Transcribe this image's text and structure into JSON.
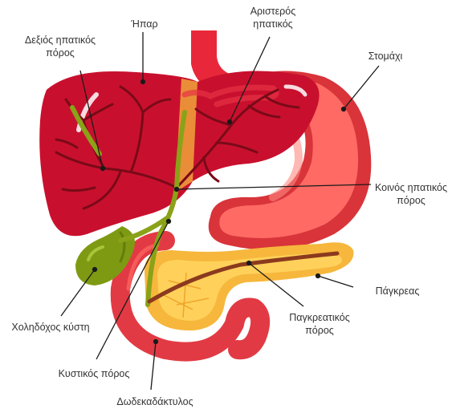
{
  "colors": {
    "liver": "#c8102e",
    "liver_dark": "#8e0a1f",
    "liver_highlight": "#e63245",
    "stomach": "#ef4b4f",
    "stomach_light": "#ff6a64",
    "stomach_dark": "#d8343a",
    "esophagus": "#e8283a",
    "duodenum": "#e23a44",
    "pancreas": "#f6b73c",
    "pancreas_light": "#ffd15a",
    "gallbladder": "#7e9a12",
    "gallbladder_dark": "#5a6f0a",
    "bile_duct": "#8aa218",
    "pancreatic_duct": "#8b3a1e",
    "vessel": "#7a0a18",
    "line": "#1a1a1a",
    "text": "#333333"
  },
  "labels": {
    "liver": "Ήπαρ",
    "right_hepatic_duct": "Δεξιός ηπατικός\nπόρος",
    "left_hepatic_duct": "Αριστερός\nηπατικός",
    "stomach": "Στομάχι",
    "common_hepatic_duct": "Κοινός ηπατικός\nπόρος",
    "pancreas": "Πάγκρεας",
    "pancreatic_duct": "Παγκρεατικός\nπόρος",
    "gallbladder": "Χοληδόχος κύστη",
    "cystic_duct": "Κυστικός πόρος",
    "duodenum": "Δωδεκαδάκτυλος"
  }
}
